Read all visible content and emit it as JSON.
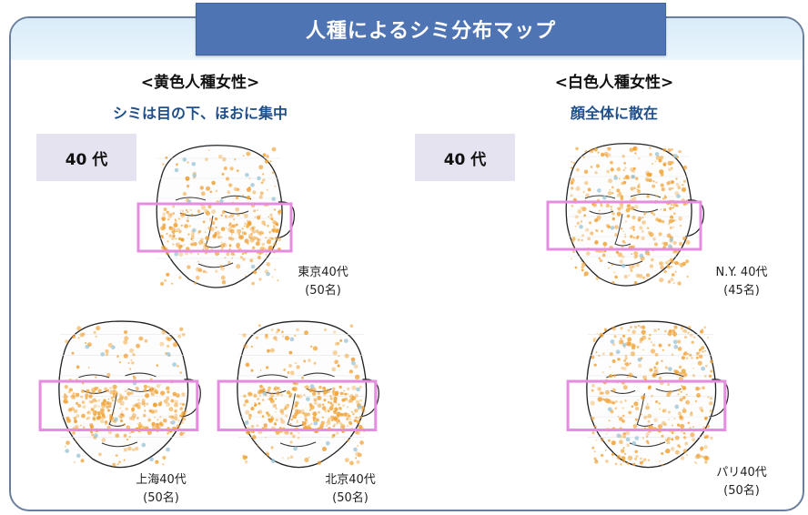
{
  "title": "人種によるシミ分布マップ",
  "groups": [
    {
      "heading": "<黄色人種女性>",
      "subheading": "シミは目の下、ほおに集中",
      "age_label": "40 代",
      "faces": [
        {
          "city": "東京40代",
          "count": "(50名)"
        },
        {
          "city": "上海40代",
          "count": "(50名)"
        },
        {
          "city": "北京40代",
          "count": "(50名)"
        }
      ]
    },
    {
      "heading": "<白色人種女性>",
      "subheading": "顔全体に散在",
      "age_label": "40 代",
      "faces": [
        {
          "city": "N.Y. 40代",
          "count": "(45名)"
        },
        {
          "city": "パリ40代",
          "count": "(50名)"
        }
      ]
    }
  ],
  "colors": {
    "title_bg": "#4f74b3",
    "highlight_box": "#e58ee0",
    "spot": "#f0a030",
    "dot": "#9fc7d8",
    "age_box_bg": "#e6e3f0"
  }
}
